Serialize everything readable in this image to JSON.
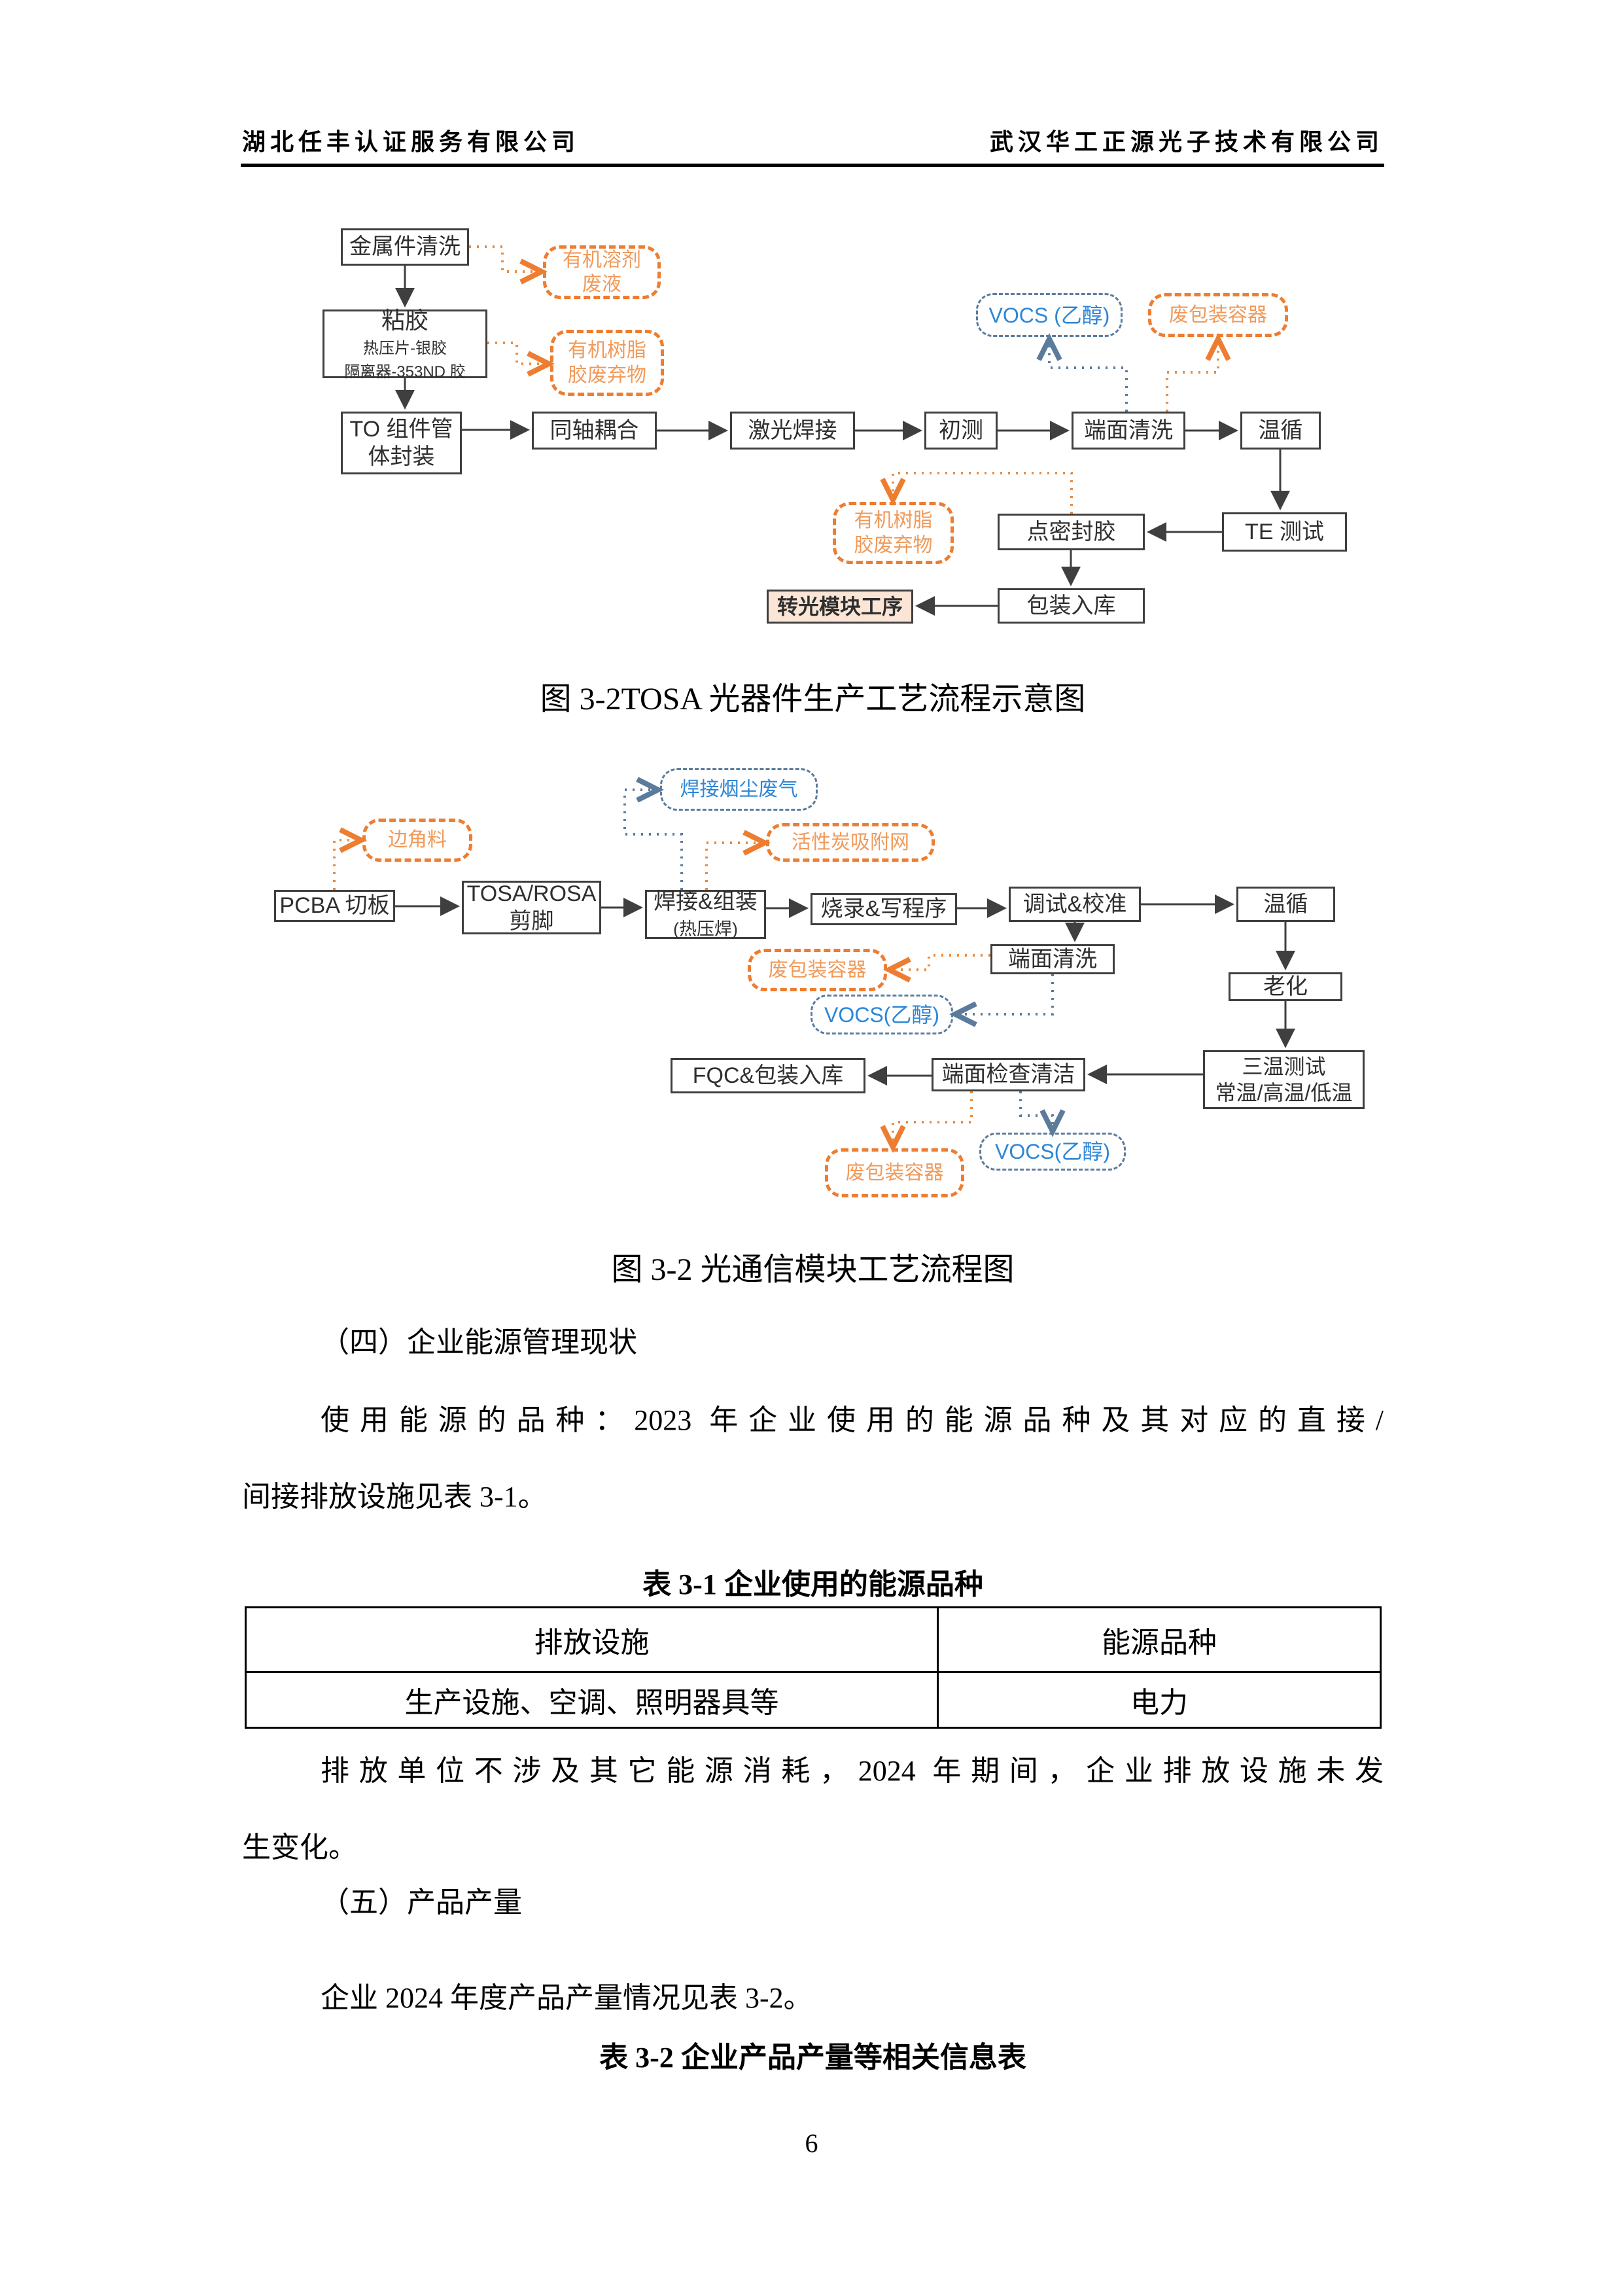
{
  "header": {
    "left": "湖北任丰认证服务有限公司",
    "right": "武汉华工正源光子技术有限公司"
  },
  "figure1": {
    "caption": "图 3-2TOSA 光器件生产工艺流程示意图",
    "nodes": {
      "metal_clean": "金属件清洗",
      "glue_title": "粘胶",
      "glue_sub1": "热压片-银胶",
      "glue_sub2": "隔离器-353ND 胶",
      "to_package": "TO 组件管\n体封装",
      "coaxial": "同轴耦合",
      "laser_weld": "激光焊接",
      "initial_test": "初测",
      "face_clean": "端面清洗",
      "temp_cycle": "温循",
      "te_test": "TE 测试",
      "seal_glue": "点密封胶",
      "packing": "包装入库",
      "to_module": "转光模块工序"
    },
    "wastes": {
      "organic_solvent": "有机溶剂\n废液",
      "organic_resin1": "有机树脂\n胶废弃物",
      "vocs": "VOCS (乙醇)",
      "waste_package": "废包装容器",
      "organic_resin2": "有机树脂\n胶废弃物"
    }
  },
  "figure2": {
    "caption": "图 3-2 光通信模块工艺流程图",
    "nodes": {
      "pcba_cut": "PCBA 切板",
      "tosa_rosa": "TOSA/ROSA\n剪脚",
      "weld_assemble": "焊接&组装",
      "weld_assemble_sub": "(热压焊)",
      "burn_program": "烧录&写程序",
      "debug_calibrate": "调试&校准",
      "temp_cycle": "温循",
      "face_clean": "端面清洗",
      "aging": "老化",
      "three_temp": "三温测试\n常温/高温/低温",
      "face_check": "端面检查清洁",
      "fqc_pack": "FQC&包装入库"
    },
    "wastes": {
      "scrap": "边角料",
      "weld_fume": "焊接烟尘废气",
      "carbon_net": "活性炭吸附网",
      "waste_package1": "废包装容器",
      "vocs1": "VOCS(乙醇)",
      "waste_package2": "废包装容器",
      "vocs2": "VOCS(乙醇)"
    }
  },
  "sections": {
    "s4_title": "（四）企业能源管理现状",
    "s4_paragraph_lines": [
      "使用能源的品种：2023 年企业使用的能源品种及其对应的直接/",
      "间接排放设施见表 3-1。"
    ],
    "s4_note_lines": [
      "排放单位不涉及其它能源消耗，2024 年期间，企业排放设施未发",
      "生变化。"
    ],
    "s5_title": "（五）产品产量",
    "s5_paragraph": "企业 2024 年度产品产量情况见表 3-2。"
  },
  "table1": {
    "title": "表 3-1 企业使用的能源品种",
    "headers": [
      "排放设施",
      "能源品种"
    ],
    "rows": [
      [
        "生产设施、空调、照明器具等",
        "电力"
      ]
    ]
  },
  "table2": {
    "title": "表 3-2 企业产品产量等相关信息表"
  },
  "page": {
    "number": "6"
  },
  "colors": {
    "waste_orange": "#ED7D31",
    "gas_blue_border": "#5B7B9C",
    "gas_blue_text": "#2E86D6",
    "module_fill": "#FBE5D6",
    "line_dark": "#3f3f3f"
  }
}
